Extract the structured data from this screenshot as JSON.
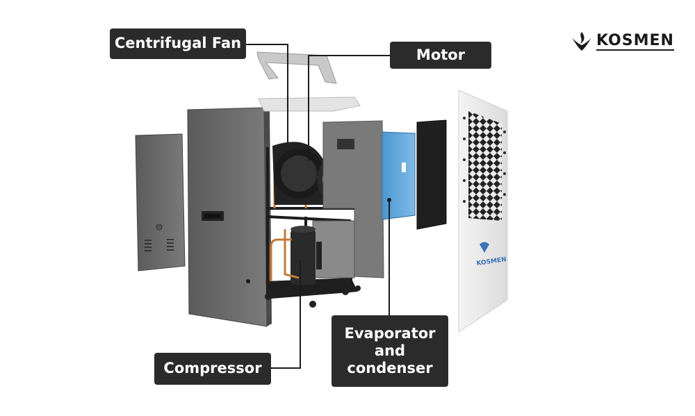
{
  "brand": {
    "name": "KOSMEN",
    "logo_icon": "flame-crest-icon",
    "color": "#1a1a1a"
  },
  "labels": {
    "centrifugal_fan": "Centrifugal Fan",
    "motor": "Motor",
    "compressor": "Compressor",
    "evaporator_condenser": "Evaporator and condenser"
  },
  "colors": {
    "label_bg": "#2b2b2b",
    "label_text": "#ffffff",
    "panel": "#6b6b6b",
    "coil": "#5aa3d8",
    "copper": "#c47a3a"
  }
}
